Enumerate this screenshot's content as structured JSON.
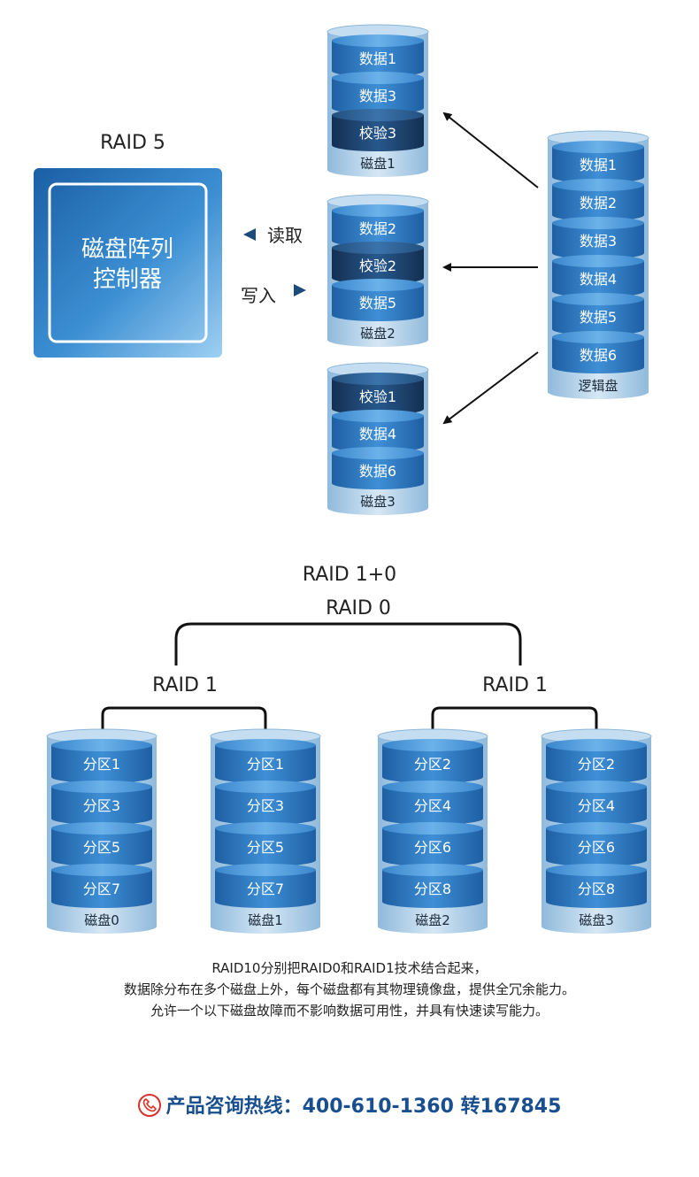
{
  "raid5": {
    "title": "RAID 5",
    "controller_lines": [
      "磁盘阵列",
      "控制器"
    ],
    "read_label": "读取",
    "write_label": "写入",
    "disks": [
      {
        "label": "磁盘1",
        "segments": [
          "数据1",
          "数据3",
          "校验3"
        ],
        "parity_index": 2
      },
      {
        "label": "磁盘2",
        "segments": [
          "数据2",
          "校验2",
          "数据5"
        ],
        "parity_index": 1
      },
      {
        "label": "磁盘3",
        "segments": [
          "校验1",
          "数据4",
          "数据6"
        ],
        "parity_index": 0
      }
    ],
    "logical_disk": {
      "label": "逻辑盘",
      "segments": [
        "数据1",
        "数据2",
        "数据3",
        "数据4",
        "数据5",
        "数据6"
      ]
    }
  },
  "raid10": {
    "title": "RAID 1+0",
    "raid0_label": "RAID 0",
    "raid1_labels": [
      "RAID 1",
      "RAID 1"
    ],
    "disks": [
      {
        "label": "磁盘0",
        "segments": [
          "分区1",
          "分区3",
          "分区5",
          "分区7"
        ]
      },
      {
        "label": "磁盘1",
        "segments": [
          "分区1",
          "分区3",
          "分区5",
          "分区7"
        ]
      },
      {
        "label": "磁盘2",
        "segments": [
          "分区2",
          "分区4",
          "分区6",
          "分区8"
        ]
      },
      {
        "label": "磁盘3",
        "segments": [
          "分区2",
          "分区4",
          "分区6",
          "分区8"
        ]
      }
    ],
    "description": [
      "RAID10分别把RAID0和RAID1技术结合起来，",
      "数据除分布在多个磁盘上外，每个磁盘都有其物理镜像盘，提供全冗余能力。",
      "允许一个以下磁盘故障而不影响数据可用性，并具有快速读写能力。"
    ]
  },
  "hotline": {
    "label": "产品咨询热线：",
    "number": "400-610-1360 转167845"
  },
  "colors": {
    "segment_blue": "#2f7dc6",
    "segment_dark": "#1c4a7a",
    "disk_body": "#a9cbe6",
    "controller_border": "#3a8fd0",
    "hotline": "#1a4f8f",
    "phone_icon": "#d8322b"
  }
}
